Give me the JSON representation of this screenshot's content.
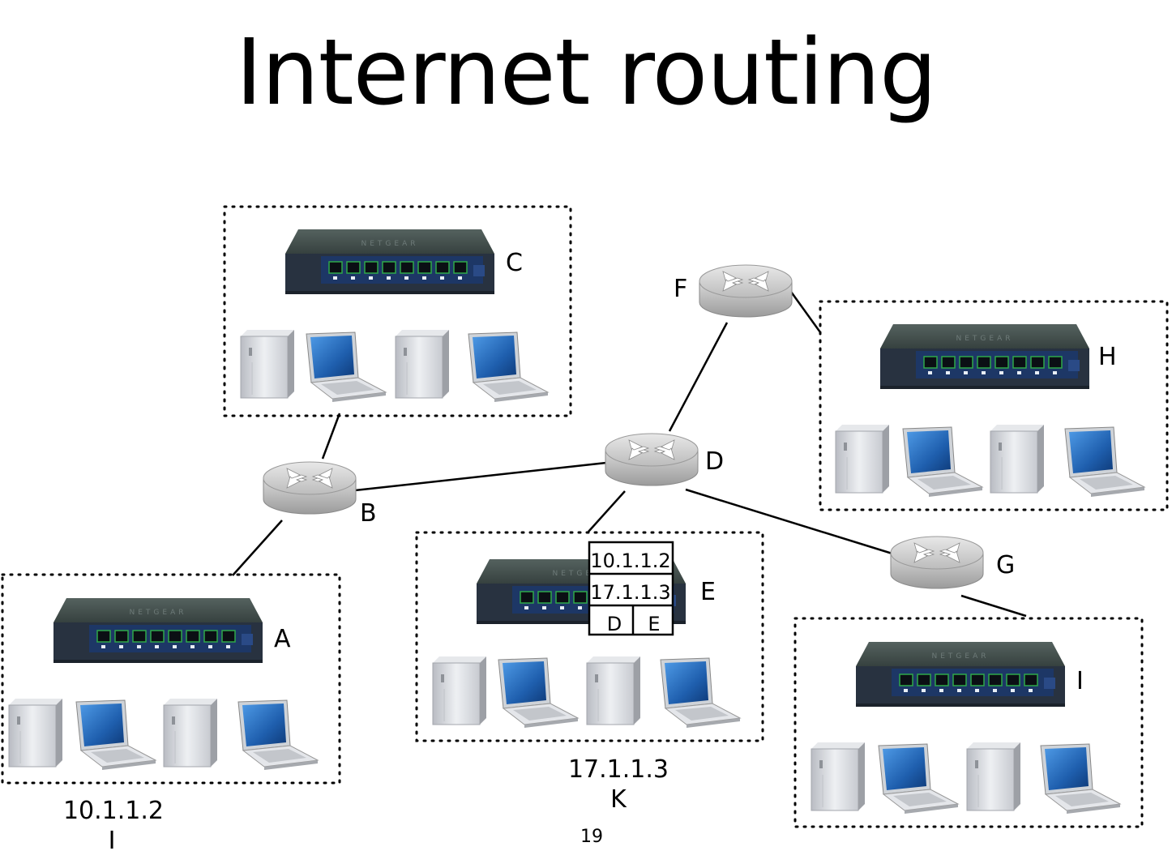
{
  "slide": {
    "title": "Internet routing",
    "page_number": "19"
  },
  "networks": [
    {
      "switch_label": "C"
    },
    {
      "switch_label": "A"
    },
    {
      "switch_label": "E"
    },
    {
      "switch_label": "H"
    },
    {
      "switch_label": "I"
    }
  ],
  "routers": [
    {
      "label": "B"
    },
    {
      "label": "D"
    },
    {
      "label": "F"
    },
    {
      "label": "G"
    }
  ],
  "hosts": {
    "left": {
      "address": "10.1.1.2",
      "name": "I"
    },
    "center": {
      "address": "17.1.1.3",
      "name": "K"
    }
  },
  "routing_table": {
    "rows": [
      "10.1.1.2",
      "17.1.1.3"
    ],
    "next_hops": [
      "D",
      "E"
    ]
  },
  "brand": "NETGEAR",
  "colors": {
    "switch_body": "#3c4a4c",
    "switch_front": "#1e3a6b",
    "port_green": "#2ea84a",
    "router_gray": "#bfbfbf",
    "screen_blue": "#2f6fc0"
  },
  "icons": [
    "switch-icon",
    "router-icon",
    "server-tower-icon",
    "laptop-icon"
  ]
}
